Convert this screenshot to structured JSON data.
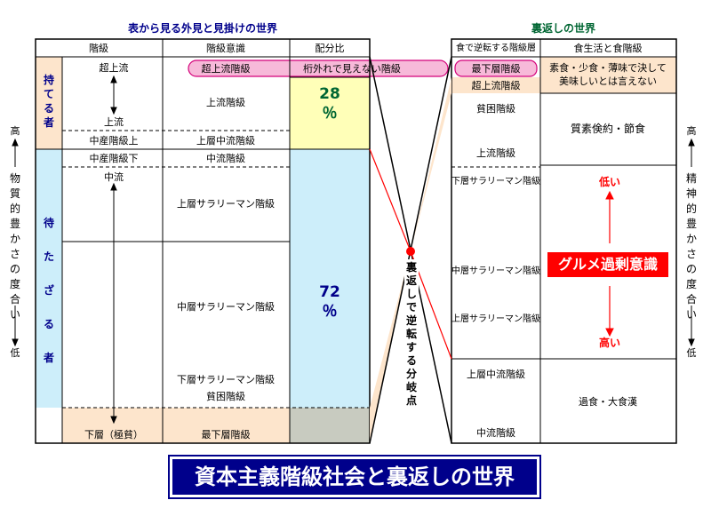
{
  "headings": {
    "left": "表から見る外見と見掛けの世界",
    "right": "裏返しの世界"
  },
  "left_table": {
    "col_class": "階級",
    "col_consciousness": "階級意識",
    "col_ratio": "配分比",
    "group_have": "持てる者",
    "group_havenot": "待たざる者",
    "class_super_upper": "超上流",
    "class_upper": "上流",
    "class_mid_upper": "中産階級上",
    "class_mid_lower": "中産階級下",
    "class_middle": "中流",
    "class_lowest": "下層（極貧）",
    "con_super_upper": "超上流階級",
    "con_invisible": "桁外れで見えない階級",
    "con_upper": "上流階級",
    "con_upper_middle": "上層中流階級",
    "con_middle": "中流階級",
    "con_upper_salary": "上層サラリーマン階級",
    "con_mid_salary": "中層サラリーマン階級",
    "con_low_salary": "下層サラリーマン階級",
    "con_poor": "貧困階級",
    "con_lowest": "最下層階級",
    "ratio_have_num": "28",
    "ratio_have_pct": "％",
    "ratio_havenot_num": "72",
    "ratio_havenot_pct": "％"
  },
  "right_table": {
    "col_food_class": "食で逆転する階級層",
    "col_food_life": "食生活と食階級",
    "class_lowest": "最下層階級",
    "class_super_upper": "超上流階級",
    "class_poor": "貧困階級",
    "class_upper": "上流階級",
    "class_low_salary": "下層サラリーマン階級",
    "class_mid_salary": "中層サラリーマン階級",
    "class_upper_salary": "上層サラリーマン階級",
    "class_upper_middle": "上層中流階級",
    "class_middle": "中流階級",
    "food_plain_1": "素食・少食・薄味で決して",
    "food_plain_2": "美味しいとは言えない",
    "food_frugal": "質素倹約・節食",
    "food_low": "低い",
    "food_gourmet": "グルメ過剰意識",
    "food_high": "高い",
    "food_overeat": "過食・大食漢"
  },
  "center_label": "裏返しで逆転する分岐点",
  "left_axis": {
    "top": "高",
    "label": "物質的豊かさの度合い",
    "bottom": "低"
  },
  "right_axis": {
    "top": "高",
    "label": "精神的豊かさの度合い",
    "bottom": "低"
  },
  "title": "資本主義階級社会と裏返しの世界",
  "colors": {
    "peach": "#fde5cc",
    "light_blue": "#cdeefa",
    "light_yellow": "#ffffb8",
    "gray": "#c8cbc0",
    "pink_band": "#f7b9d9",
    "green_text": "#006633",
    "navy": "#00008b",
    "red": "#ff0000"
  }
}
